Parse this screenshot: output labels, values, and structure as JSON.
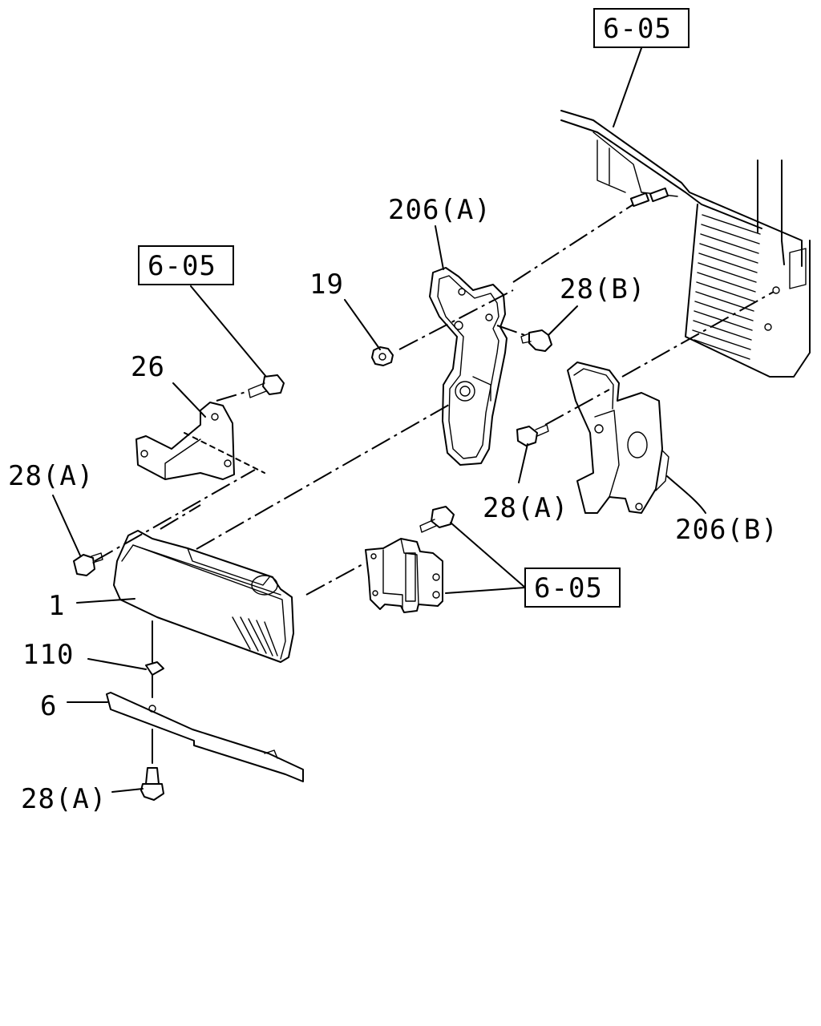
{
  "labels": {
    "ref_top": "6-05",
    "ref_left": "6-05",
    "ref_mid": "6-05",
    "p206a": "206(A)",
    "p19": "19",
    "p28b": "28(B)",
    "p26": "26",
    "p28a_left": "28(A)",
    "p28a_mid": "28(A)",
    "p206b": "206(B)",
    "p1": "1",
    "p110": "110",
    "p6": "6",
    "p28a_bottom": "28(A)"
  }
}
